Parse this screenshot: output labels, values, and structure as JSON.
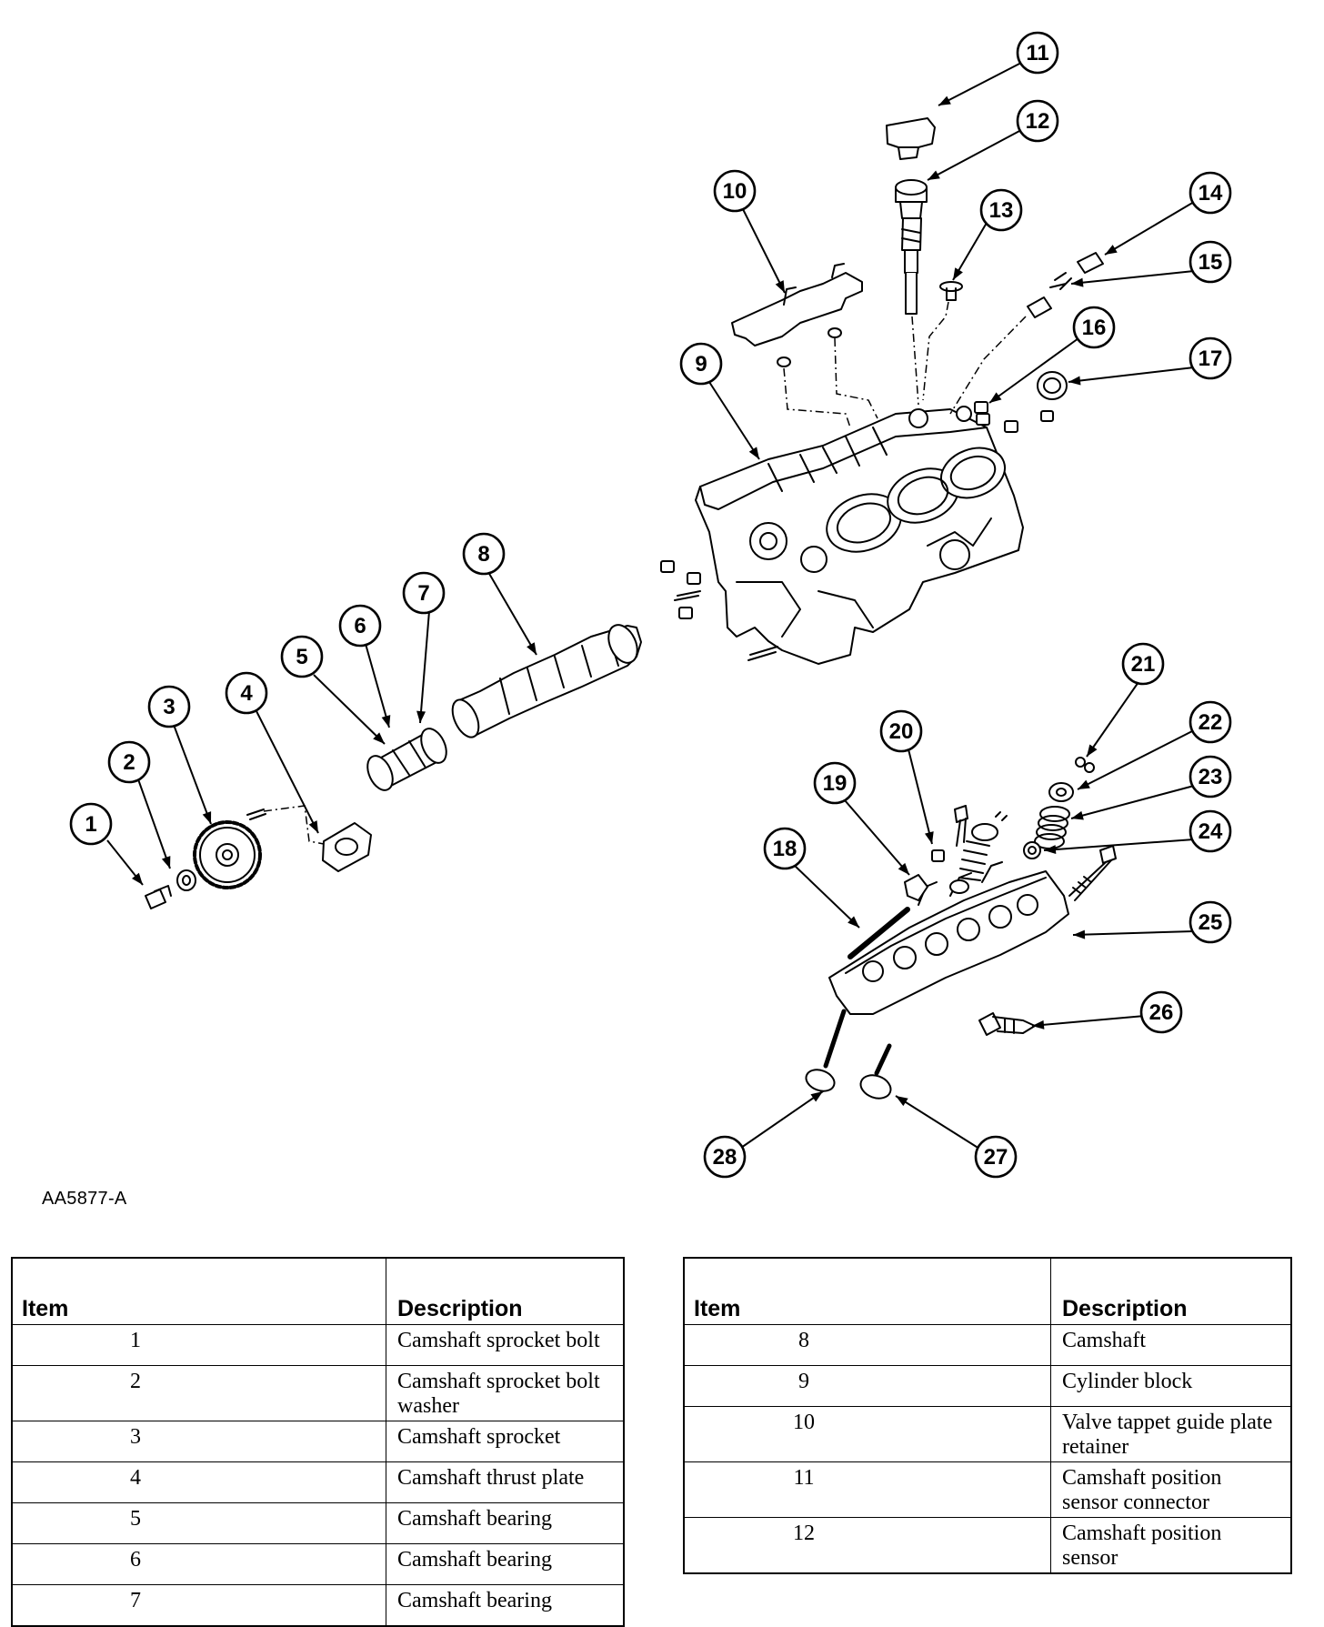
{
  "figure_id": "AA5877-A",
  "callouts": [
    "1",
    "2",
    "3",
    "4",
    "5",
    "6",
    "7",
    "8",
    "9",
    "10",
    "11",
    "12",
    "13",
    "14",
    "15",
    "16",
    "17",
    "18",
    "19",
    "20",
    "21",
    "22",
    "23",
    "24",
    "25",
    "26",
    "27",
    "28"
  ],
  "legend_headers": {
    "item": "Item",
    "description": "Description"
  },
  "legend_left": [
    {
      "item": "1",
      "description": "Camshaft sprocket bolt"
    },
    {
      "item": "2",
      "description": "Camshaft sprocket bolt washer"
    },
    {
      "item": "3",
      "description": "Camshaft sprocket"
    },
    {
      "item": "4",
      "description": "Camshaft thrust plate"
    },
    {
      "item": "5",
      "description": "Camshaft bearing"
    },
    {
      "item": "6",
      "description": "Camshaft bearing"
    },
    {
      "item": "7",
      "description": "Camshaft bearing"
    }
  ],
  "legend_right": [
    {
      "item": "8",
      "description": "Camshaft"
    },
    {
      "item": "9",
      "description": "Cylinder block"
    },
    {
      "item": "10",
      "description": "Valve tappet guide plate retainer"
    },
    {
      "item": "11",
      "description": "Camshaft position sensor connector"
    },
    {
      "item": "12",
      "description": "Camshaft position sensor"
    }
  ]
}
